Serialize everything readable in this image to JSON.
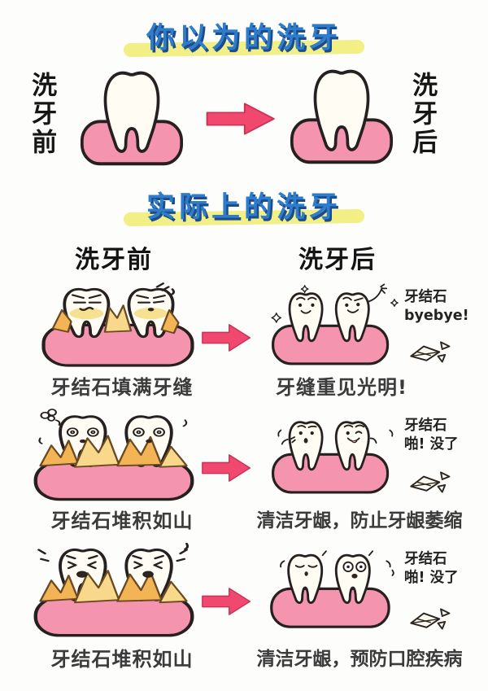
{
  "colors": {
    "title_blue": "#2f7ccb",
    "title_shadow_blue": "#1b4d8d",
    "highlight_yellow": "#f1ef86",
    "gum_pink": "#f494ae",
    "tooth_white": "#fefcf3",
    "tartar_yellow": "#f8d98c",
    "tartar_orange": "#f2b455",
    "arrow_pink": "#f0486e",
    "outline_dark": "#262120",
    "caption_gray": "#3b3b3b"
  },
  "imagined": {
    "title": "你以为的洗牙",
    "before_label": "洗牙前",
    "after_label": "洗牙后"
  },
  "actual": {
    "title": "实际上的洗牙",
    "col_before": "洗牙前",
    "col_after": "洗牙后",
    "rows": [
      {
        "before_caption": "牙结石填满牙缝",
        "after_caption": "牙缝重见光明!",
        "note_line1": "牙结石",
        "note_line2": "byebye!"
      },
      {
        "before_caption": "牙结石堆积如山",
        "after_caption": "清洁牙龈，防止牙龈萎缩",
        "note_line1": "牙结石",
        "note_line2": "啪! 没了"
      },
      {
        "before_caption": "牙结石堆积如山",
        "after_caption": "清洁牙龈，预防口腔疾病",
        "note_line1": "牙结石",
        "note_line2": "啪! 没了"
      }
    ]
  }
}
